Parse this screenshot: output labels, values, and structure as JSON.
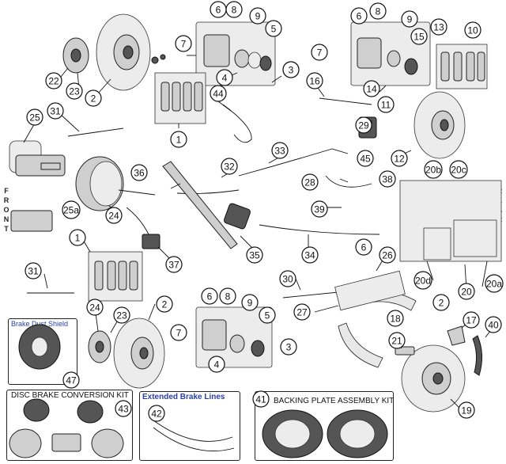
{
  "side_labels": {
    "front": "FRONT",
    "rear": "REAR"
  },
  "kits": {
    "dust_shield": "Brake Dust Shield",
    "disc_conversion": "DISC BRAKE CONVERSION KIT",
    "extended_lines": "Extended Brake Lines",
    "backing_plate": "BACKING PLATE ASSEMBLY KIT"
  },
  "callouts": [
    "1",
    "1",
    "2",
    "2",
    "2",
    "3",
    "3",
    "3",
    "4",
    "4",
    "5",
    "5",
    "6",
    "6",
    "6",
    "6",
    "7",
    "7",
    "7",
    "8",
    "8",
    "8",
    "9",
    "9",
    "9",
    "10",
    "11",
    "12",
    "13",
    "14",
    "15",
    "16",
    "17",
    "18",
    "19",
    "20",
    "20a",
    "20b",
    "20c",
    "20d",
    "21",
    "22",
    "23",
    "23",
    "24",
    "24",
    "25",
    "25a",
    "26",
    "27",
    "28",
    "29",
    "30",
    "31",
    "31",
    "32",
    "33",
    "34",
    "35",
    "36",
    "37",
    "38",
    "39",
    "40",
    "41",
    "42",
    "43",
    "44",
    "45",
    "47"
  ]
}
